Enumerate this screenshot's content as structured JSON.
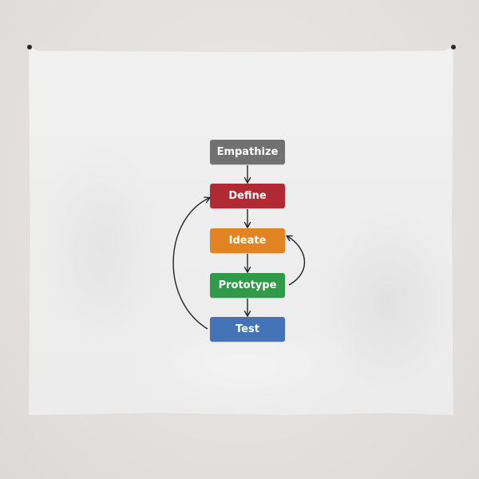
{
  "diagram": {
    "steps": [
      {
        "label": "Empathize",
        "color": "#717171"
      },
      {
        "label": "Define",
        "color": "#b12a33"
      },
      {
        "label": "Ideate",
        "color": "#e38424"
      },
      {
        "label": "Prototype",
        "color": "#2e9a4a"
      },
      {
        "label": "Test",
        "color": "#4573b7"
      }
    ],
    "arrow_color": "#222222"
  }
}
